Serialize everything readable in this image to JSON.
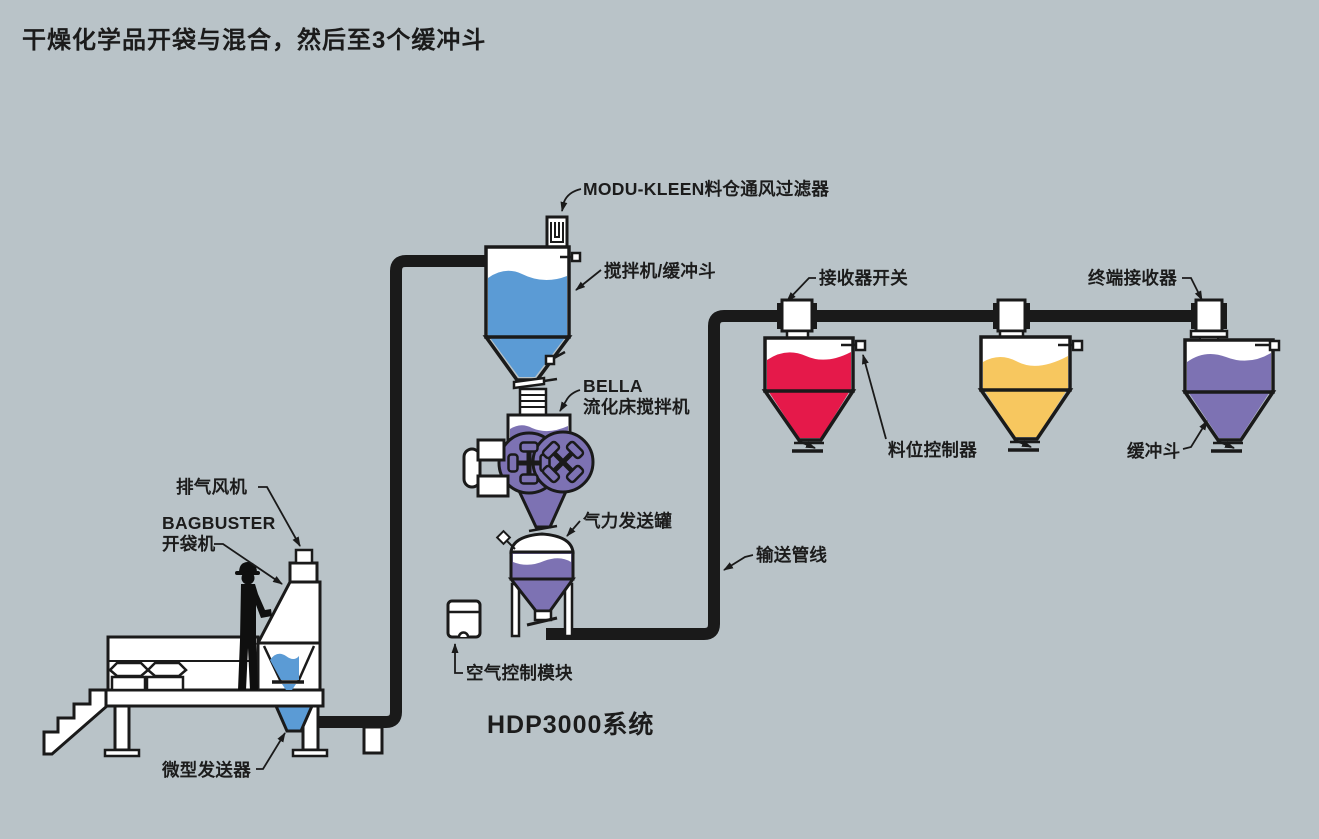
{
  "title": "干燥化学品开袋与混合，然后至3个缓冲斗",
  "labels": {
    "modu_kleen_filter": "MODU-KLEEN料仓通风过滤器",
    "mixer_buffer_hopper": "搅拌机/缓冲斗",
    "bella_line1": "BELLA",
    "bella_line2": "流化床搅拌机",
    "pneumatic_tank": "气力发送罐",
    "exhaust_fan": "排气风机",
    "bagbuster_line1": "BAGBUSTER",
    "bagbuster_line2": "开袋机",
    "micro_feeder": "微型发送器",
    "air_control_module": "空气控制模块",
    "system_name": "HDP3000系统",
    "receiver_switch": "接收器开关",
    "level_controller": "料位控制器",
    "terminal_receiver": "终端接收器",
    "buffer_hopper": "缓冲斗",
    "conveying_line": "输送管线"
  },
  "colors": {
    "background": "#b9c3c8",
    "outline": "#1a1a1a",
    "blue": "#5b9bd5",
    "red": "#e5194a",
    "yellow": "#f7c75f",
    "purple": "#7d72b3",
    "white": "#ffffff"
  }
}
